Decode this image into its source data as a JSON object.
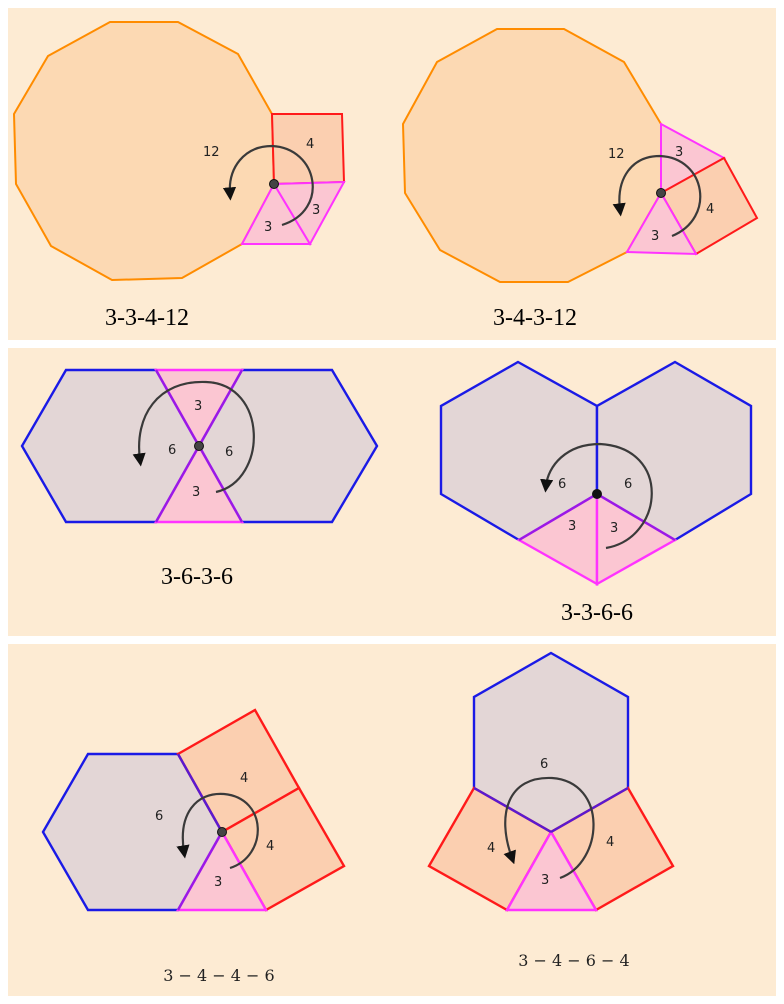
{
  "colors": {
    "background": "#fdebd3",
    "dodecagon_fill": "#fcd9b3",
    "dodecagon_stroke": "#ff8c00",
    "square_fill": "#fbcfb0",
    "square_stroke": "#ff1a1a",
    "triangle_fill": "#fbc6d2",
    "triangle_stroke": "#ff33ff",
    "hexagon_fill": "#e3d6d6",
    "hexagon_stroke": "#1a1ae6"
  },
  "panels": [
    {
      "figures": [
        {
          "caption": "3-3-4-12",
          "labels": {
            "dodecagon": "12",
            "square": "4",
            "triangle_a": "3",
            "triangle_b": "3"
          }
        },
        {
          "caption": "3-4-3-12",
          "labels": {
            "dodecagon": "12",
            "triangle_a": "3",
            "square": "4",
            "triangle_b": "3"
          }
        }
      ]
    },
    {
      "figures": [
        {
          "caption": "3-6-3-6",
          "labels": {
            "triangle_top": "3",
            "hexagon_left": "6",
            "hexagon_right": "6",
            "triangle_bottom": "3"
          }
        },
        {
          "caption": "3-3-6-6",
          "labels": {
            "hexagon_left": "6",
            "hexagon_right": "6",
            "triangle_a": "3",
            "triangle_b": "3"
          }
        }
      ]
    },
    {
      "figures": [
        {
          "caption": "3 − 4 − 4 − 6",
          "labels": {
            "hexagon": "6",
            "square_top": "4",
            "square_right": "4",
            "triangle": "3"
          }
        },
        {
          "caption": "3 − 4 − 6 − 4",
          "labels": {
            "hexagon": "6",
            "square_left": "4",
            "square_right": "4",
            "triangle": "3"
          }
        }
      ]
    }
  ]
}
